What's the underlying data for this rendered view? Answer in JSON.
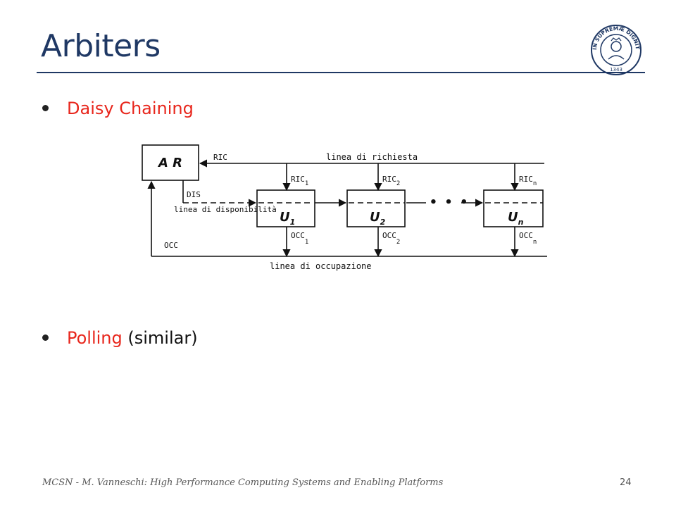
{
  "slide": {
    "title": "Arbiters",
    "bullets": [
      {
        "highlight": "Daisy Chaining",
        "rest": ""
      },
      {
        "highlight": "Polling",
        "rest": " (similar)"
      }
    ]
  },
  "seal": {
    "text": "IN SUPREMÆ DIGNITATIS",
    "year": "1343"
  },
  "diagram": {
    "arbiter": "A R",
    "request_line": "linea di richiesta",
    "availability_line": "linea di disponibilità",
    "occupation_line": "linea di occupazione",
    "ric": "RIC",
    "dis": "DIS",
    "occ": "OCC",
    "units": [
      {
        "label": "U",
        "sub": "1",
        "ric": "RIC",
        "ric_sub": "1",
        "occ": "OCC",
        "occ_sub": "1"
      },
      {
        "label": "U",
        "sub": "2",
        "ric": "RIC",
        "ric_sub": "2",
        "occ": "OCC",
        "occ_sub": "2"
      },
      {
        "label": "U",
        "sub": "n",
        "ric": "RIC",
        "ric_sub": "n",
        "occ": "OCC",
        "occ_sub": "n"
      }
    ],
    "ellipsis": "• • •"
  },
  "footer": {
    "text": "MCSN  -    M. Vanneschi: High Performance Computing Systems and Enabling Platforms",
    "page": "24"
  },
  "colors": {
    "title": "#1f3864",
    "highlight": "#e8261c",
    "seal": "#1f3864"
  }
}
